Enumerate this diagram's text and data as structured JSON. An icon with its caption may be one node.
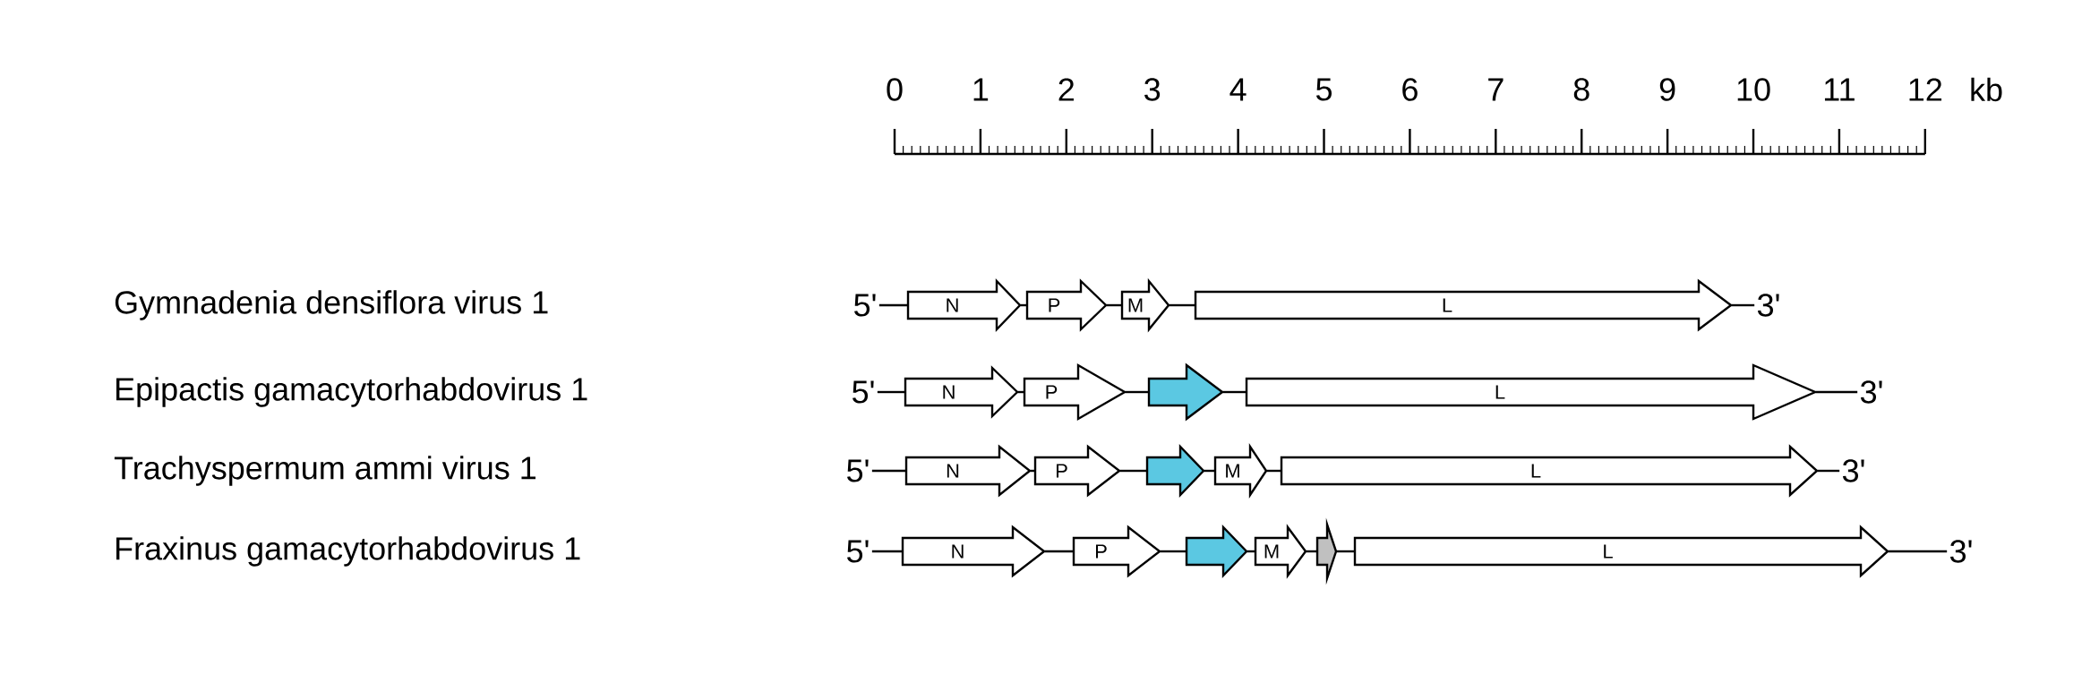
{
  "diagram": {
    "nodes": [
      {
        "text": [
          "5'"
        ]
      },
      {
        "text": [
          "N"
        ]
      },
      {
        "text": [
          "P"
        ]
      },
      {
        "text": [
          "M"
        ]
      },
      {
        "text": [
          "L"
        ]
      },
      {
        "text": [
          "3'"
        ]
      },
      {
        "text": [
          "5'"
        ]
      },
      {
        "text": [
          "N"
        ]
      },
      {
        "text": [
          "P"
        ]
      },
      {
        "text": [],
        "shape": "arrow"
      },
      {
        "text": [
          "L"
        ]
      },
      {
        "text": [
          "3'"
        ]
      },
      {
        "text": [
          "5'"
        ]
      },
      {
        "text": [
          "N"
        ]
      },
      {
        "text": [
          "P"
        ]
      },
      {
        "text": [],
        "shape": "arrow"
      },
      {
        "text": [
          "M"
        ]
      },
      {
        "text": [
          "L"
        ]
      },
      {
        "text": [
          "3'"
        ]
      },
      {
        "text": [
          "5'"
        ]
      },
      {
        "text": [
          "N"
        ]
      },
      {
        "text": [
          "P"
        ]
      },
      {
        "text": [],
        "shape": "arrow"
      },
      {
        "text": [
          "M"
        ]
      },
      {
        "text": [],
        "shape": "arrow"
      },
      {
        "text": [
          "L"
        ]
      },
      {
        "text": [
          "3'"
        ]
      }
    ],
    "edges": [
      {
        "from": 0,
        "to": 1,
        "arrow": "none"
      },
      {
        "from": 1,
        "to": 2,
        "arrow": "none"
      },
      {
        "from": 2,
        "to": 3,
        "arrow": "none"
      },
      {
        "from": 3,
        "to": 4,
        "arrow": "none"
      },
      {
        "from": 4,
        "to": 5,
        "arrow": "none"
      },
      {
        "from": 6,
        "to": 7,
        "arrow": "none"
      },
      {
        "from": 7,
        "to": 8,
        "arrow": "none"
      },
      {
        "from": 8,
        "to": 9,
        "arrow": "none"
      },
      {
        "from": 9,
        "to": 10,
        "arrow": "none"
      },
      {
        "from": 10,
        "to": 11,
        "arrow": "none"
      },
      {
        "from": 12,
        "to": 13,
        "arrow": "none"
      },
      {
        "from": 13,
        "to": 14,
        "arrow": "none"
      },
      {
        "from": 14,
        "to": 15,
        "arrow": "none"
      },
      {
        "from": 15,
        "to": 16,
        "arrow": "none"
      },
      {
        "from": 16,
        "to": 17,
        "arrow": "none"
      },
      {
        "from": 17,
        "to": 18,
        "arrow": "none"
      },
      {
        "from": 19,
        "to": 20,
        "arrow": "none"
      },
      {
        "from": 20,
        "to": 21,
        "arrow": "none"
      },
      {
        "from": 21,
        "to": 22,
        "arrow": "none"
      },
      {
        "from": 22,
        "to": 23,
        "arrow": "none"
      },
      {
        "from": 23,
        "to": 24,
        "arrow": "none"
      },
      {
        "from": 24,
        "to": 25,
        "arrow": "none"
      },
      {
        "from": 25,
        "to": 26,
        "arrow": "none"
      }
    ],
    "labels": [
      "0",
      "1",
      "2",
      "3",
      "4",
      "5",
      "6",
      "7",
      "8",
      "9",
      "10",
      "11",
      "12",
      "kb",
      "Gymnadenia densiflora virus 1",
      "Epipactis gamacytorhabdovirus 1",
      "Trachyspermum ammi virus 1",
      "Fraxinus gamacytorhabdovirus 1"
    ]
  }
}
